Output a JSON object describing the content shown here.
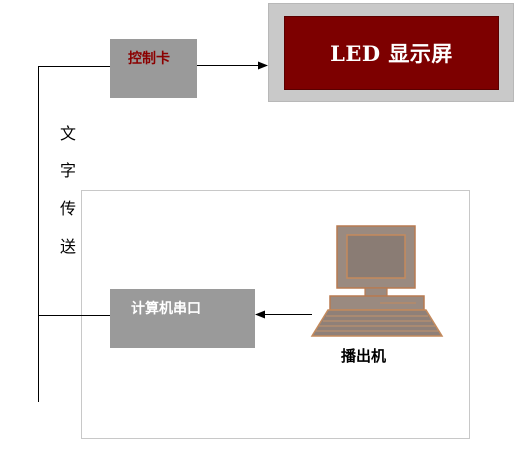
{
  "led_display": {
    "label": "LED 显示屏",
    "bg_color": "#7d0000",
    "frame_color": "#c9c9c9"
  },
  "control_card": {
    "label": "控制卡",
    "label_color": "#8b0000"
  },
  "text_transfer": {
    "chars": [
      "文",
      "字",
      "传",
      "送"
    ]
  },
  "serial_port": {
    "label": "计算机串口"
  },
  "player": {
    "label": "播出机",
    "icon": "computer-icon"
  }
}
